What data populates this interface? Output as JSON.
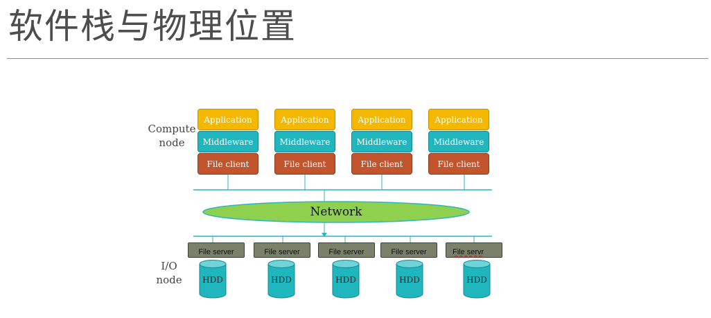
{
  "page": {
    "title": "软件栈与物理位置"
  },
  "labels": {
    "compute": [
      "Compute",
      "node"
    ],
    "io": [
      "I/O",
      "node"
    ]
  },
  "compute_nodes": [
    {
      "application": "Application",
      "middleware": "Middleware",
      "file_client": "File client"
    },
    {
      "application": "Application",
      "middleware": "Middleware",
      "file_client": "File client"
    },
    {
      "application": "Application",
      "middleware": "Middleware",
      "file_client": "File client"
    },
    {
      "application": "Application",
      "middleware": "Middleware",
      "file_client": "File client"
    }
  ],
  "network": {
    "label": "Network"
  },
  "io_nodes": [
    {
      "file_server": "File server",
      "disk": "HDD"
    },
    {
      "file_server": "File server",
      "disk": "HDD"
    },
    {
      "file_server": "File server",
      "disk": "HDD"
    },
    {
      "file_server": "File server",
      "disk": "HDD"
    },
    {
      "file_server": "File servr",
      "disk": "HDD"
    }
  ],
  "colors": {
    "application": "#f5b800",
    "middleware": "#1fb6be",
    "file_client": "#c2552e",
    "network": "#8fd14f",
    "file_server": "#7a806a",
    "hdd": "#1fb6be",
    "bus_line": "#2bb5bd"
  }
}
